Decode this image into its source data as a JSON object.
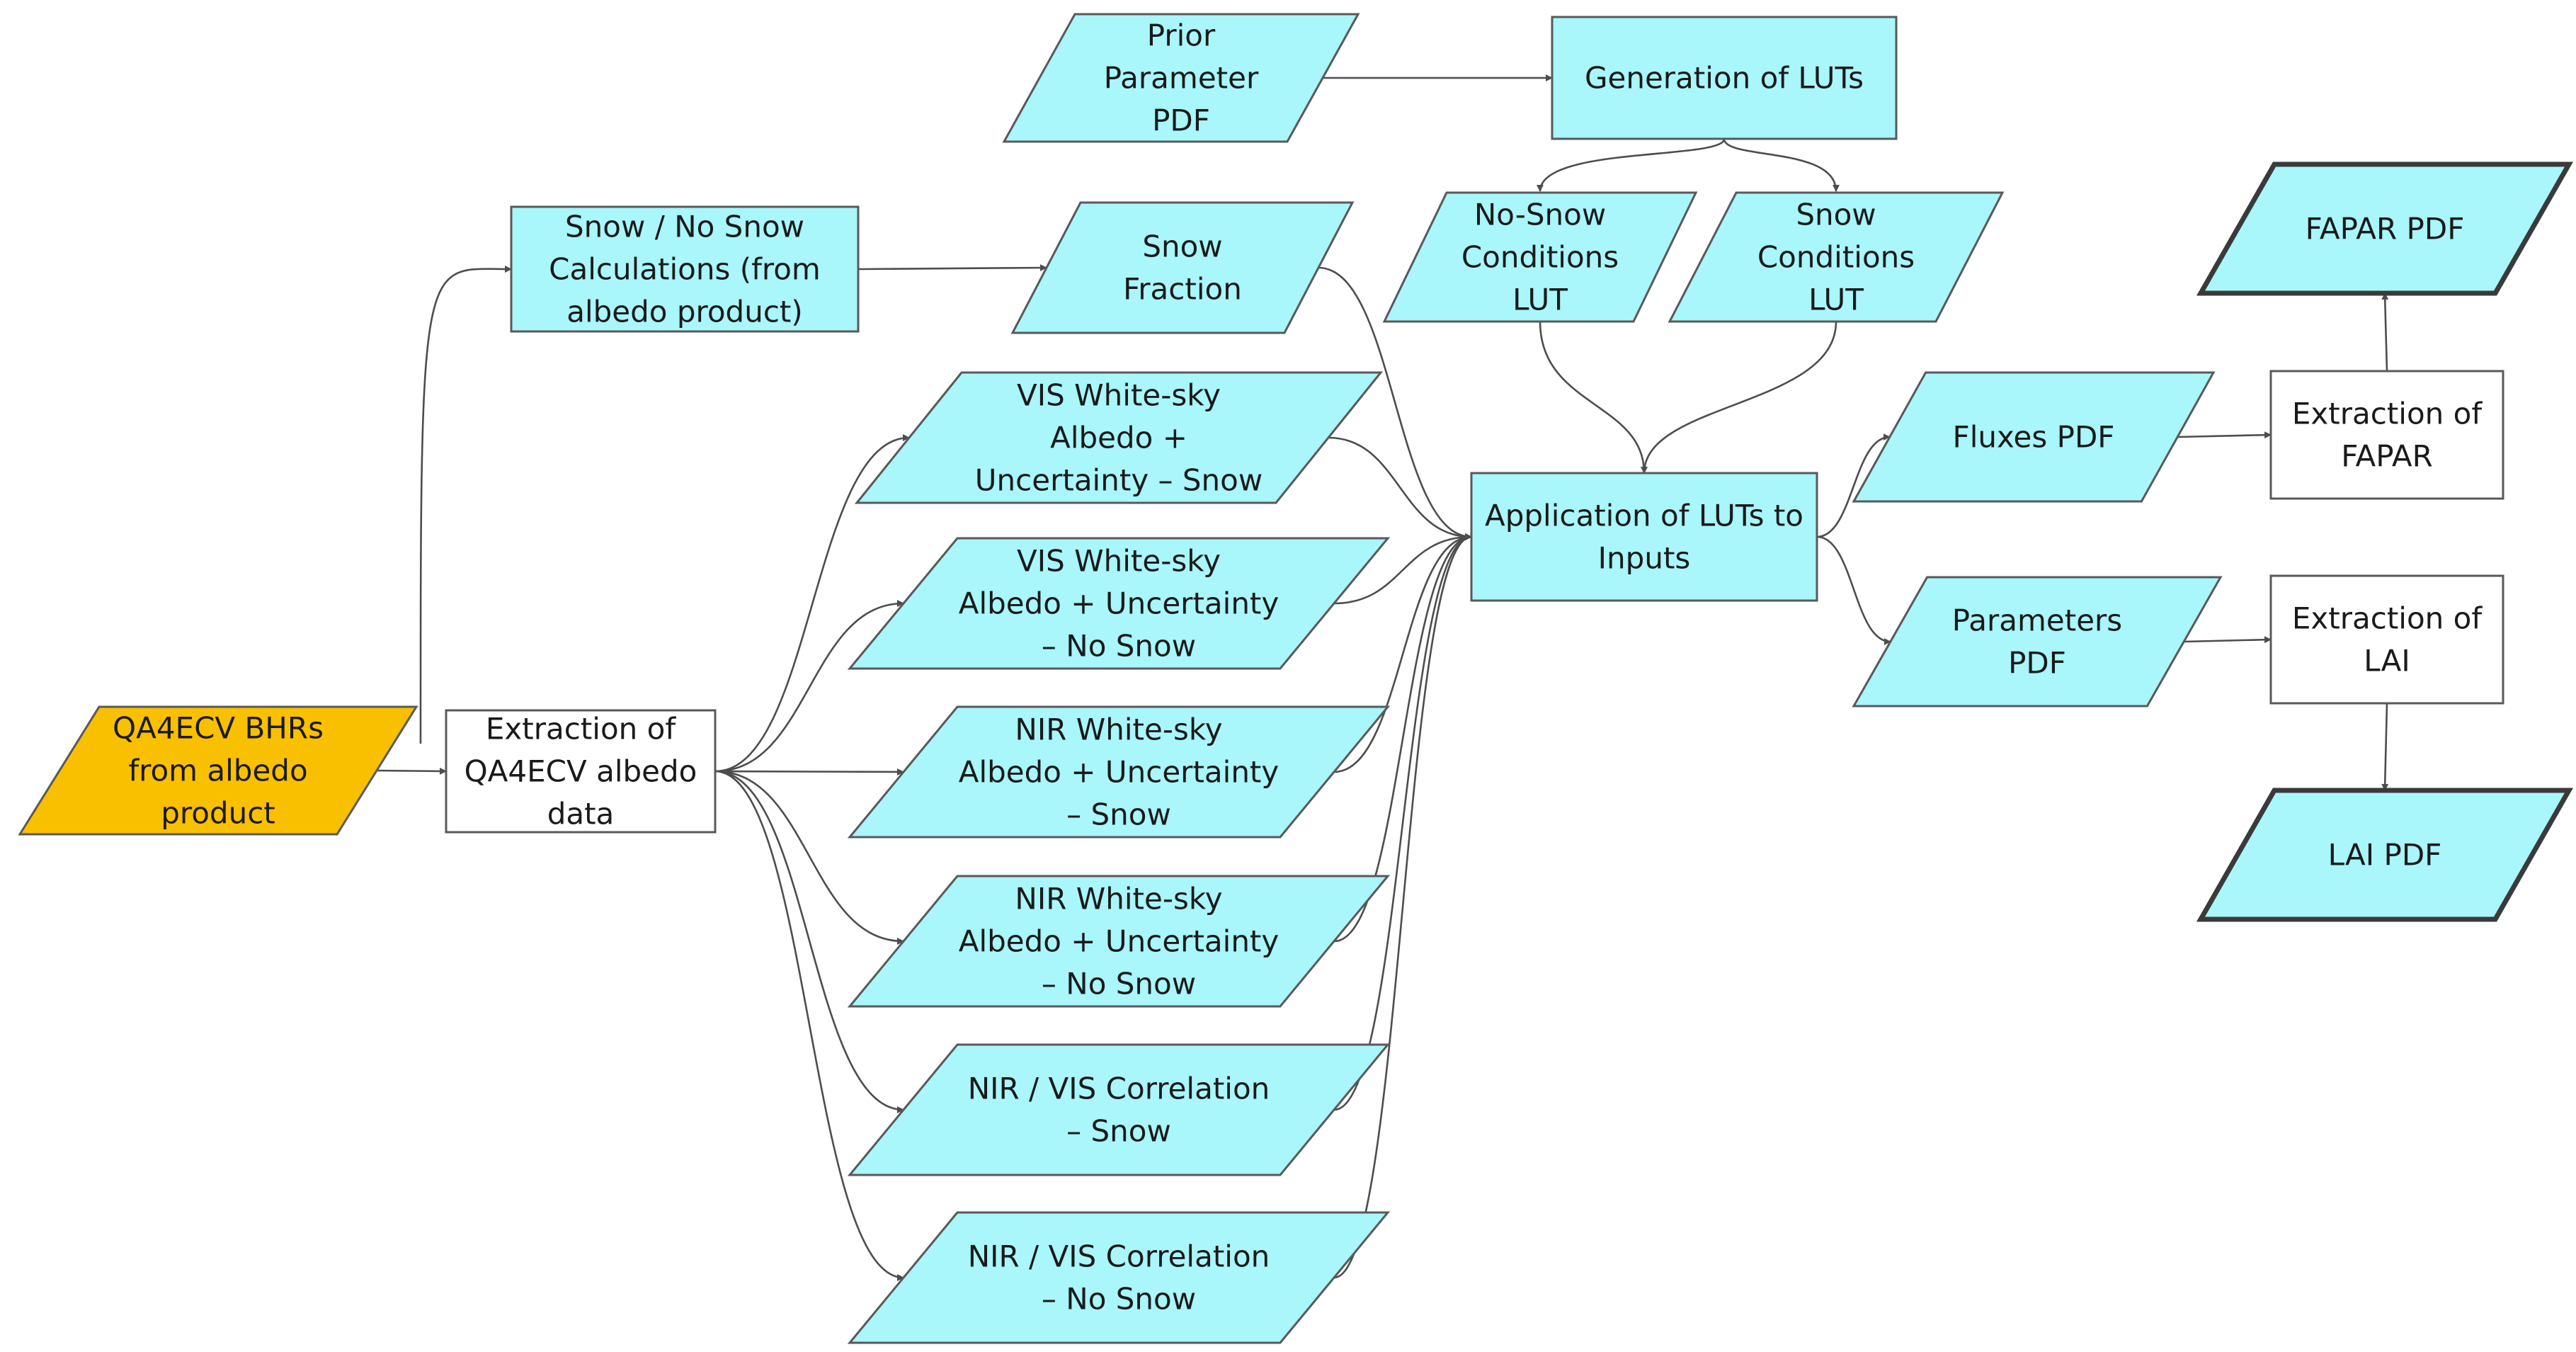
{
  "colors": {
    "input_fill": "#a9f6fb",
    "source_fill": "#f9c000",
    "process_fill": "#a9f6fb",
    "plain_fill": "#ffffff",
    "edge": "#4d4d4d"
  },
  "nodes": {
    "qa4ecv_bhrs": {
      "lines": [
        "QA4ECV BHRs",
        "from albedo",
        "product"
      ]
    },
    "extraction_qa4ecv": {
      "lines": [
        "Extraction of",
        "QA4ECV albedo",
        "data"
      ]
    },
    "snow_nosnow_calc": {
      "lines": [
        "Snow / No Snow",
        "Calculations (from",
        "albedo product)"
      ]
    },
    "snow_fraction": {
      "lines": [
        "Snow",
        "Fraction"
      ]
    },
    "vis_snow": {
      "lines": [
        "VIS White-sky",
        "Albedo +",
        "Uncertainty – Snow"
      ]
    },
    "vis_nosnow": {
      "lines": [
        "VIS White-sky",
        "Albedo + Uncertainty",
        "– No Snow"
      ]
    },
    "nir_snow": {
      "lines": [
        "NIR White-sky",
        "Albedo + Uncertainty",
        "– Snow"
      ]
    },
    "nir_nosnow": {
      "lines": [
        "NIR White-sky",
        "Albedo + Uncertainty",
        "– No Snow"
      ]
    },
    "corr_snow": {
      "lines": [
        "NIR / VIS Correlation",
        "– Snow"
      ]
    },
    "corr_nosnow": {
      "lines": [
        "NIR / VIS Correlation",
        "– No Snow"
      ]
    },
    "prior_pdf": {
      "lines": [
        "Prior",
        "Parameter",
        "PDF"
      ]
    },
    "gen_luts": {
      "lines": [
        "Generation of LUTs"
      ]
    },
    "nosnow_lut": {
      "lines": [
        "No-Snow",
        "Conditions",
        "LUT"
      ]
    },
    "snow_lut": {
      "lines": [
        "Snow",
        "Conditions",
        "LUT"
      ]
    },
    "apply_luts": {
      "lines": [
        "Application of LUTs to",
        "Inputs"
      ]
    },
    "fluxes_pdf": {
      "lines": [
        "Fluxes PDF"
      ]
    },
    "parameters_pdf": {
      "lines": [
        "Parameters",
        "PDF"
      ]
    },
    "extract_fapar": {
      "lines": [
        "Extraction of",
        "FAPAR"
      ]
    },
    "extract_lai": {
      "lines": [
        "Extraction of",
        "LAI"
      ]
    },
    "fapar_pdf": {
      "lines": [
        "FAPAR PDF"
      ]
    },
    "lai_pdf": {
      "lines": [
        "LAI PDF"
      ]
    }
  }
}
